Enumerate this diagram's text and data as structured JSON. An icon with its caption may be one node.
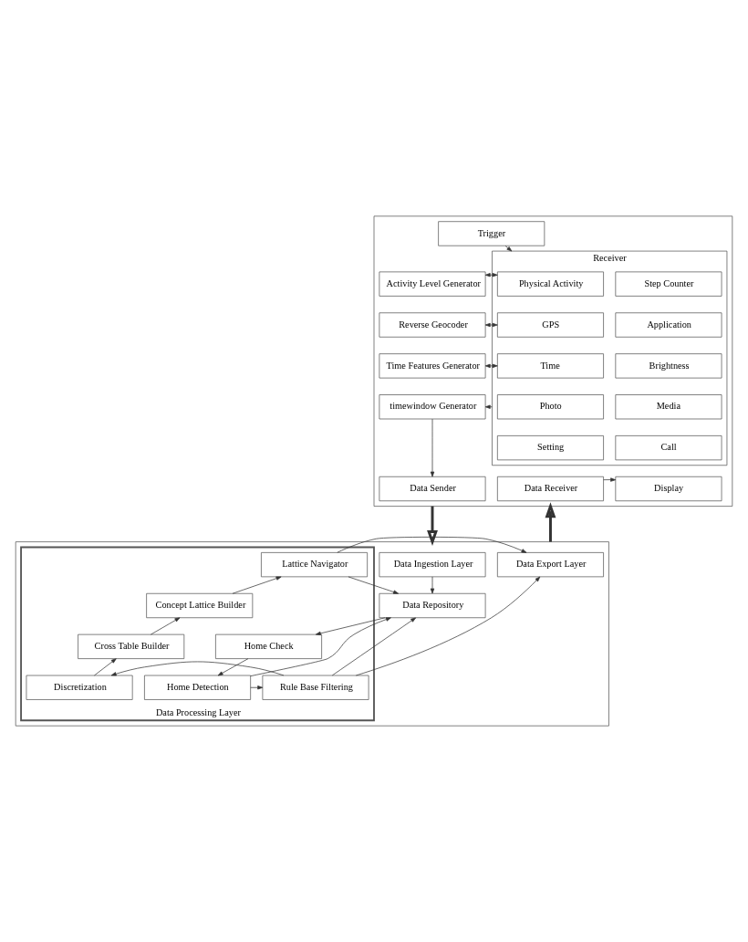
{
  "diagram": {
    "nodes": [
      {
        "text": [],
        "shape": "box"
      },
      {
        "text": [
          "Trigger"
        ],
        "in": 0
      },
      {
        "text": [
          "Receiver"
        ],
        "in": 0
      },
      {
        "text": [
          "Activity Level Generator"
        ],
        "in": 0
      },
      {
        "text": [
          "Physical Activity"
        ],
        "in": 2
      },
      {
        "text": [
          "Step Counter"
        ],
        "in": 2
      },
      {
        "text": [
          "Reverse Geocoder"
        ],
        "in": 0
      },
      {
        "text": [
          "GPS"
        ],
        "in": 2
      },
      {
        "text": [
          "Application"
        ],
        "in": 2
      },
      {
        "text": [
          "Time Features Generator"
        ],
        "in": 0
      },
      {
        "text": [
          "Time"
        ],
        "in": 2
      },
      {
        "text": [
          "Brightness"
        ],
        "in": 2
      },
      {
        "text": [
          "timewindow Generator"
        ],
        "in": 0
      },
      {
        "text": [
          "Photo"
        ],
        "in": 2
      },
      {
        "text": [
          "Media"
        ],
        "in": 2
      },
      {
        "text": [
          "Setting"
        ],
        "in": 2
      },
      {
        "text": [
          "Call"
        ],
        "in": 2
      },
      {
        "text": [
          "Data Sender"
        ],
        "in": 0
      },
      {
        "text": [
          "Data Receiver"
        ],
        "in": 0
      },
      {
        "text": [
          "Display"
        ],
        "in": 0
      },
      {
        "text": [],
        "shape": "box"
      },
      {
        "text": [
          "Data Ingestion Layer"
        ],
        "in": 20
      },
      {
        "text": [
          "Data Export Layer"
        ],
        "in": 20
      },
      {
        "text": [
          "Data Processing Layer"
        ],
        "in": 20
      },
      {
        "text": [
          "Lattice Navigator"
        ],
        "in": 23
      },
      {
        "text": [
          "Data Repository"
        ],
        "in": 20
      },
      {
        "text": [
          "Concept Lattice Builder"
        ],
        "in": 23
      },
      {
        "text": [
          "Home Check"
        ],
        "in": 23
      },
      {
        "text": [
          "Rule Base Filtering"
        ],
        "in": 23
      },
      {
        "text": [
          "Cross Table Builder"
        ],
        "in": 23
      },
      {
        "text": [
          "Home Detection"
        ],
        "in": 23
      },
      {
        "text": [
          "Discretization"
        ],
        "in": 23
      }
    ],
    "edges": [
      {
        "from": 1,
        "to": 2,
        "arrow": "to"
      },
      {
        "from": 3,
        "to": 4,
        "arrow": "both"
      },
      {
        "from": 6,
        "to": 7,
        "arrow": "both"
      },
      {
        "from": 9,
        "to": 10,
        "arrow": "both"
      },
      {
        "from": 2,
        "to": 12,
        "arrow": "to"
      },
      {
        "from": 12,
        "to": 17,
        "arrow": "to"
      },
      {
        "from": 18,
        "to": 19,
        "arrow": "to"
      },
      {
        "from": 0,
        "to": 20,
        "arrow": "to",
        "style": "thick"
      },
      {
        "from": 20,
        "to": 0,
        "arrow": "to",
        "style": "thick"
      },
      {
        "from": 21,
        "to": 25,
        "arrow": "to"
      },
      {
        "from": 25,
        "to": 27,
        "arrow": "to"
      },
      {
        "from": 27,
        "to": 30,
        "arrow": "to"
      },
      {
        "from": 30,
        "to": 25,
        "arrow": "to"
      },
      {
        "from": 30,
        "to": 28,
        "arrow": "to"
      },
      {
        "from": 28,
        "to": 25,
        "arrow": "to"
      },
      {
        "from": 28,
        "to": 22,
        "arrow": "to"
      },
      {
        "from": 28,
        "to": 31,
        "arrow": "to"
      },
      {
        "from": 31,
        "to": 29,
        "arrow": "to"
      },
      {
        "from": 29,
        "to": 26,
        "arrow": "to"
      },
      {
        "from": 26,
        "to": 24,
        "arrow": "to"
      },
      {
        "from": 24,
        "to": 22,
        "arrow": "to"
      },
      {
        "from": 24,
        "to": 25,
        "arrow": "to"
      }
    ]
  }
}
